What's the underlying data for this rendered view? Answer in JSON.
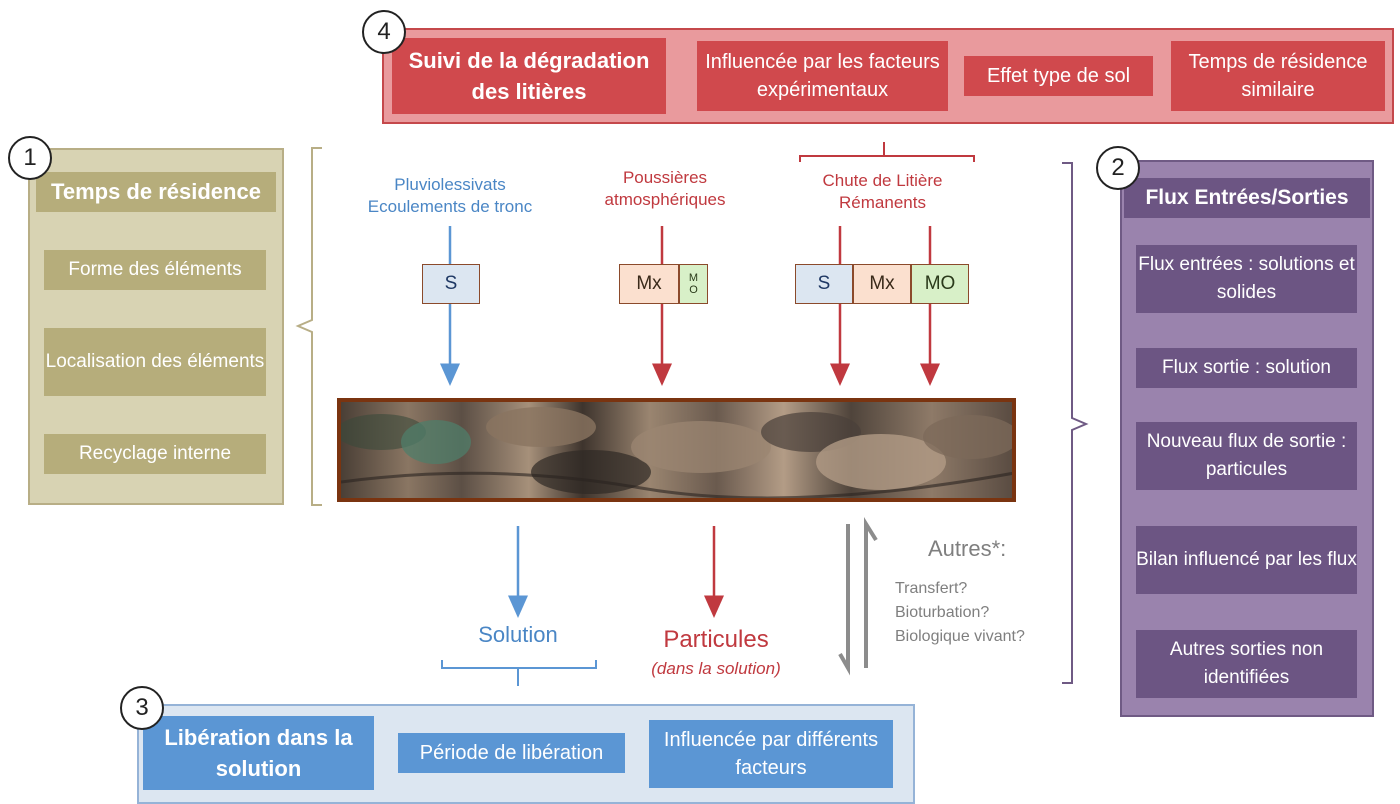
{
  "panel1": {
    "number": "1",
    "title": "Temps de résidence",
    "items": [
      "Forme des éléments",
      "Localisation des éléments",
      "Recyclage interne"
    ],
    "colors": {
      "background": "#d8d3b3",
      "item": "#b6ad7b"
    }
  },
  "panel2": {
    "number": "2",
    "title": "Flux Entrées/Sorties",
    "items": [
      "Flux entrées : solutions et solides",
      "Flux sortie : solution",
      "Nouveau flux de sortie : particules",
      "Bilan influencé par les flux",
      "Autres sorties non identifiées"
    ],
    "colors": {
      "background": "#9a83ad",
      "item": "#6c5583"
    }
  },
  "panel3": {
    "number": "3",
    "title": "Libération dans la solution",
    "items": [
      "Période de libération",
      "Influencée par différents facteurs"
    ],
    "colors": {
      "background": "#dce6f1",
      "item": "#5b96d4"
    }
  },
  "panel4": {
    "number": "4",
    "title": "Suivi de la dégradation des litières",
    "items": [
      "Influencée par les facteurs expérimentaux",
      "Effet type de sol",
      "Temps de résidence similaire"
    ],
    "colors": {
      "background": "#e99a9d",
      "item": "#d0494d"
    }
  },
  "inputs": {
    "pluvio": "Pluviolessivats Ecoulements de tronc",
    "poussieres": "Poussières atmosphériques",
    "chute": "Chute de Litière Rémanents"
  },
  "boxes": {
    "s": "S",
    "mx": "Mx",
    "mo_small": "M O",
    "mo": "MO"
  },
  "outputs": {
    "solution": "Solution",
    "particules": "Particules",
    "particules_note": "(dans la solution)",
    "autres": "Autres*:",
    "autres_items": [
      "Transfert?",
      "Bioturbation?",
      "Biologique vivant?"
    ]
  },
  "colors": {
    "blue_flow": "#5b96d4",
    "red_flow": "#c0393f",
    "grey_flow": "#8c8c8c",
    "litter_border": "#7a3410"
  }
}
